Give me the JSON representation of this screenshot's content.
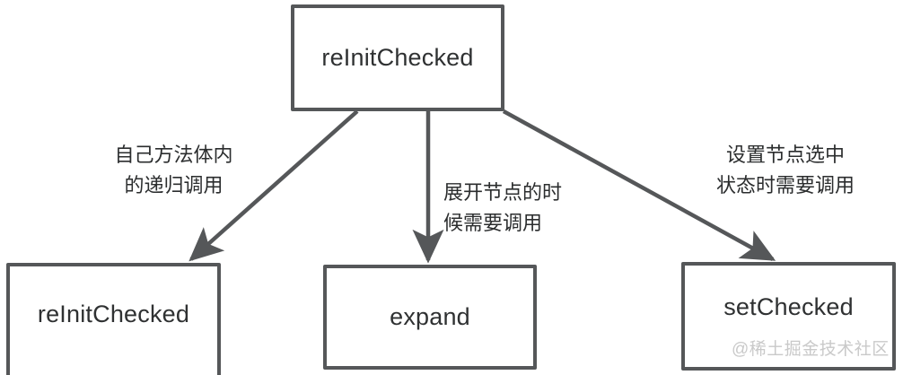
{
  "diagram": {
    "type": "flowchart",
    "nodes": [
      {
        "id": "root",
        "label": "reInitChecked"
      },
      {
        "id": "reinit",
        "label": "reInitChecked"
      },
      {
        "id": "expand",
        "label": "expand"
      },
      {
        "id": "setchecked",
        "label": "setChecked"
      }
    ],
    "edges": [
      {
        "id": "edge-root-reinit",
        "from": "root",
        "to": "reinit",
        "label_lines": [
          "自己方法体内",
          "的递归调用"
        ]
      },
      {
        "id": "edge-root-expand",
        "from": "root",
        "to": "expand",
        "label_lines": [
          "展开节点的时",
          "候需要调用"
        ]
      },
      {
        "id": "edge-root-setchecked",
        "from": "root",
        "to": "setchecked",
        "label_lines": [
          "设置节点选中",
          "状态时需要调用"
        ]
      }
    ]
  },
  "watermark": {
    "text": "@稀土掘金技术社区"
  },
  "colors": {
    "stroke": "#555759",
    "text": "#2f3132",
    "background": "#ffffff",
    "watermark": "#c9c9c9"
  }
}
